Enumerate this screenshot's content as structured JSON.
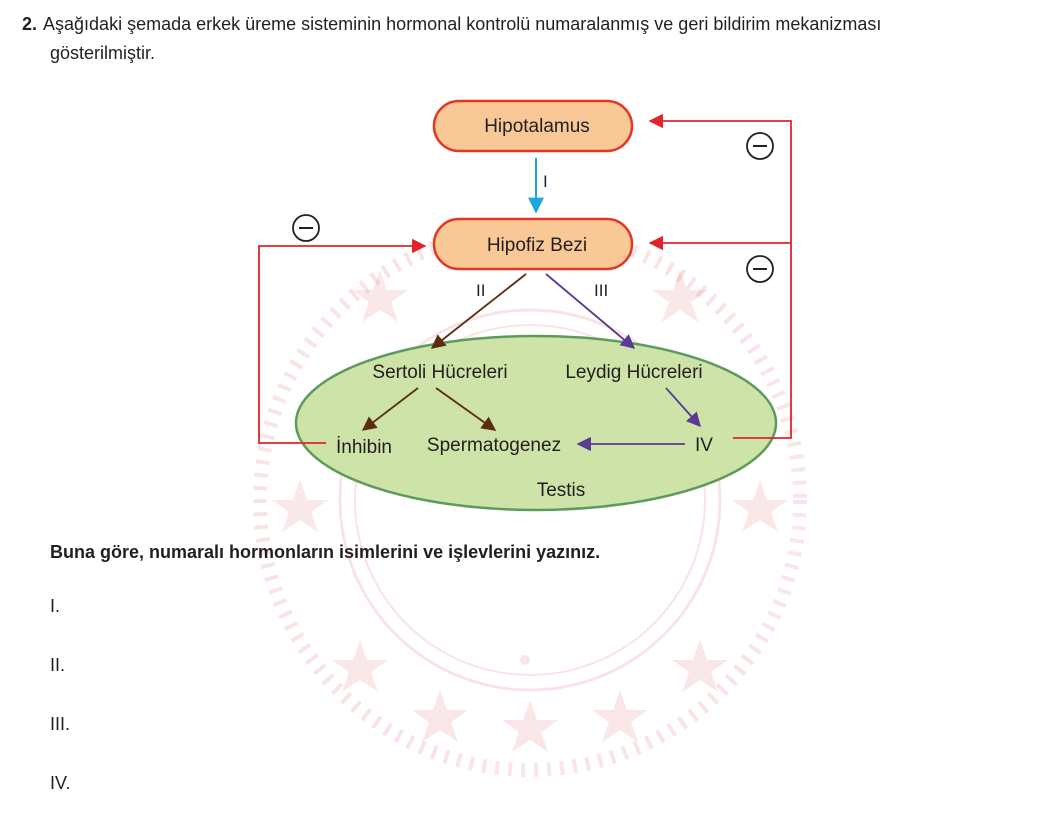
{
  "question": {
    "number": "2.",
    "text_line1": "Aşağıdaki şemada erkek üreme sisteminin hormonal kontrolü numaralanmış ve geri bildirim mekanizması",
    "text_line2": "gösterilmiştir."
  },
  "diagram": {
    "nodes": {
      "hipotalamus": "Hipotalamus",
      "hipofiz": "Hipofiz Bezi",
      "sertoli": "Sertoli Hücreleri",
      "leydig": "Leydig Hücreleri",
      "inhibin": "İnhibin",
      "spermatogenez": "Spermatogenez",
      "testis": "Testis"
    },
    "arrow_labels": {
      "I": "I",
      "II": "II",
      "III": "III",
      "IV": "IV"
    },
    "feedback_symbol": "⊖",
    "colors": {
      "box_fill": "#f9c897",
      "box_stroke": "#e53524",
      "ellipse_fill": "#cde3a8",
      "ellipse_stroke": "#5d9a5d",
      "arrow_I": "#1aa7de",
      "arrow_II": "#5b2c0f",
      "arrow_III": "#5b3a96",
      "feedback": "#e1242b"
    }
  },
  "prompt": "Buna göre, numaralı hormonların isimlerini ve işlevlerini yazınız.",
  "answers": [
    "I.",
    "II.",
    "III.",
    "IV."
  ]
}
